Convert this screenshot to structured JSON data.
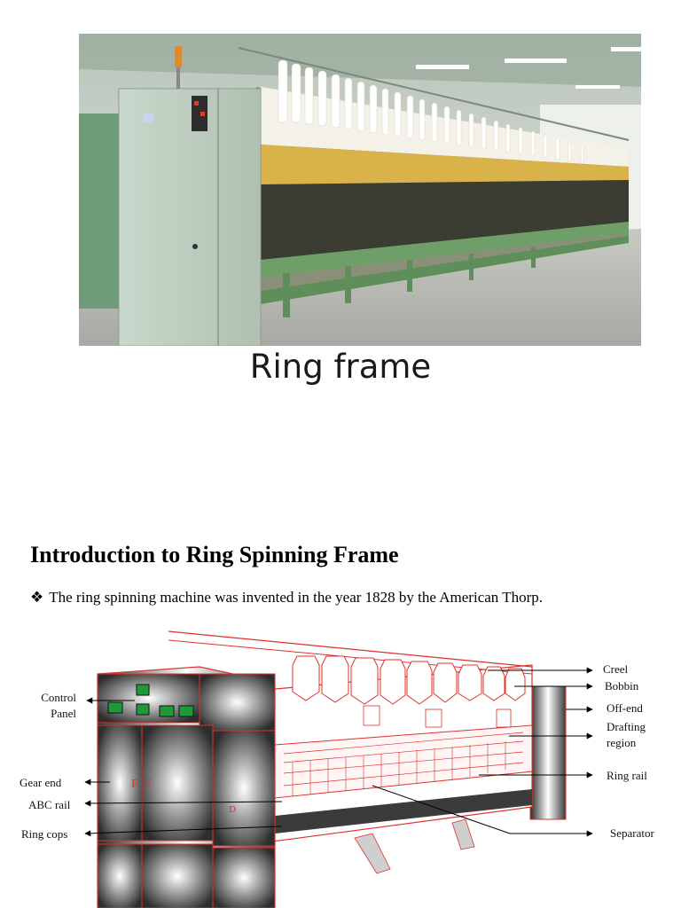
{
  "page": {
    "photo_caption": "Ring frame",
    "heading": "Introduction to Ring Spinning Frame",
    "bullet_mark": "❖",
    "bullet_text": "The ring spinning machine was invented in the year 1828 by the American Thorp."
  },
  "diagram": {
    "labels_left": {
      "control_panel_1": "Control",
      "control_panel_2": "Panel",
      "gear_end": "Gear end",
      "abc_rail": "ABC rail",
      "ring_cops": "Ring cops"
    },
    "labels_right": {
      "creel": "Creel",
      "bobbin": "Bobbin",
      "off_end": "Off-end",
      "drafting_region_1": "Drafting",
      "drafting_region_2": "region",
      "ring_rail": "Ring rail",
      "separator": "Separator"
    },
    "panel_marks": {
      "mark_f1": "F",
      "mark_f2": "F",
      "mark_d": "D"
    }
  },
  "colors": {
    "machine_green": "#7fae83",
    "diagram_red": "#e0312e",
    "panel_gray": "#9a9a9a"
  }
}
